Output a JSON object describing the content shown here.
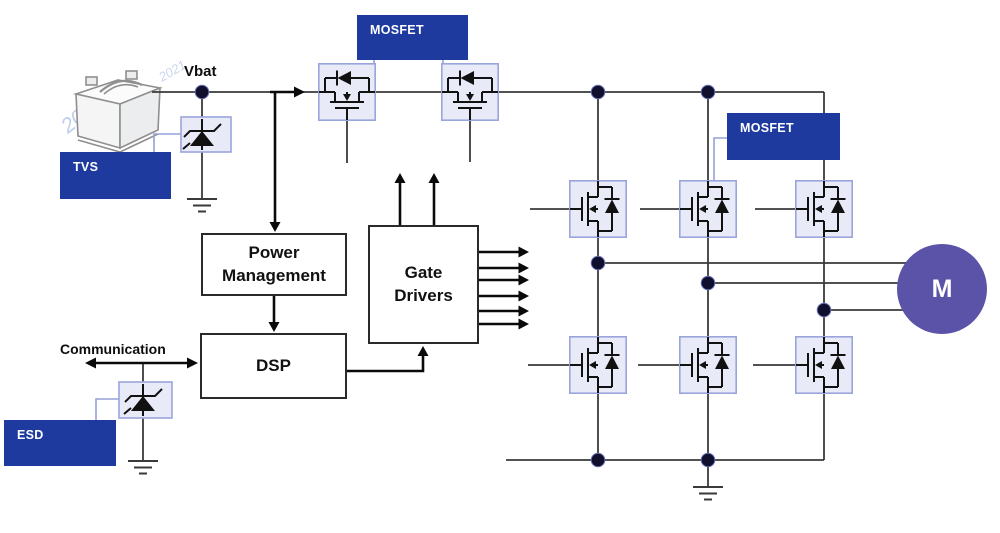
{
  "colors": {
    "label_bg": "#1e3a9e",
    "label_text": "#ffffff",
    "box_fill": "#e8eaf8",
    "box_border": "#9aa5dc",
    "connector": "#96a1d9",
    "wire": "#3a3a3a",
    "ink": "#111111",
    "arrow": "#0a0a0a",
    "motor_fill": "#5b53a8",
    "motor_text": "#ffffff",
    "junction": "#10102e",
    "watermark": "#a9bce8",
    "block_border": "#2a2a2a",
    "block_text": "#111111"
  },
  "labels": {
    "vbat": "Vbat",
    "communication": "Communication"
  },
  "tags": {
    "tvs": "TVS",
    "esd": "ESD",
    "mosfet_top": "MOSFET",
    "mosfet_bridge": "MOSFET"
  },
  "blocks": {
    "power_management": {
      "line1": "Power",
      "line2": "Management"
    },
    "dsp": {
      "label": "DSP"
    },
    "gate_drivers": {
      "line1": "Gate",
      "line2": "Drivers"
    }
  },
  "motor": {
    "label": "M"
  },
  "battery": {
    "watermark": "2021"
  }
}
